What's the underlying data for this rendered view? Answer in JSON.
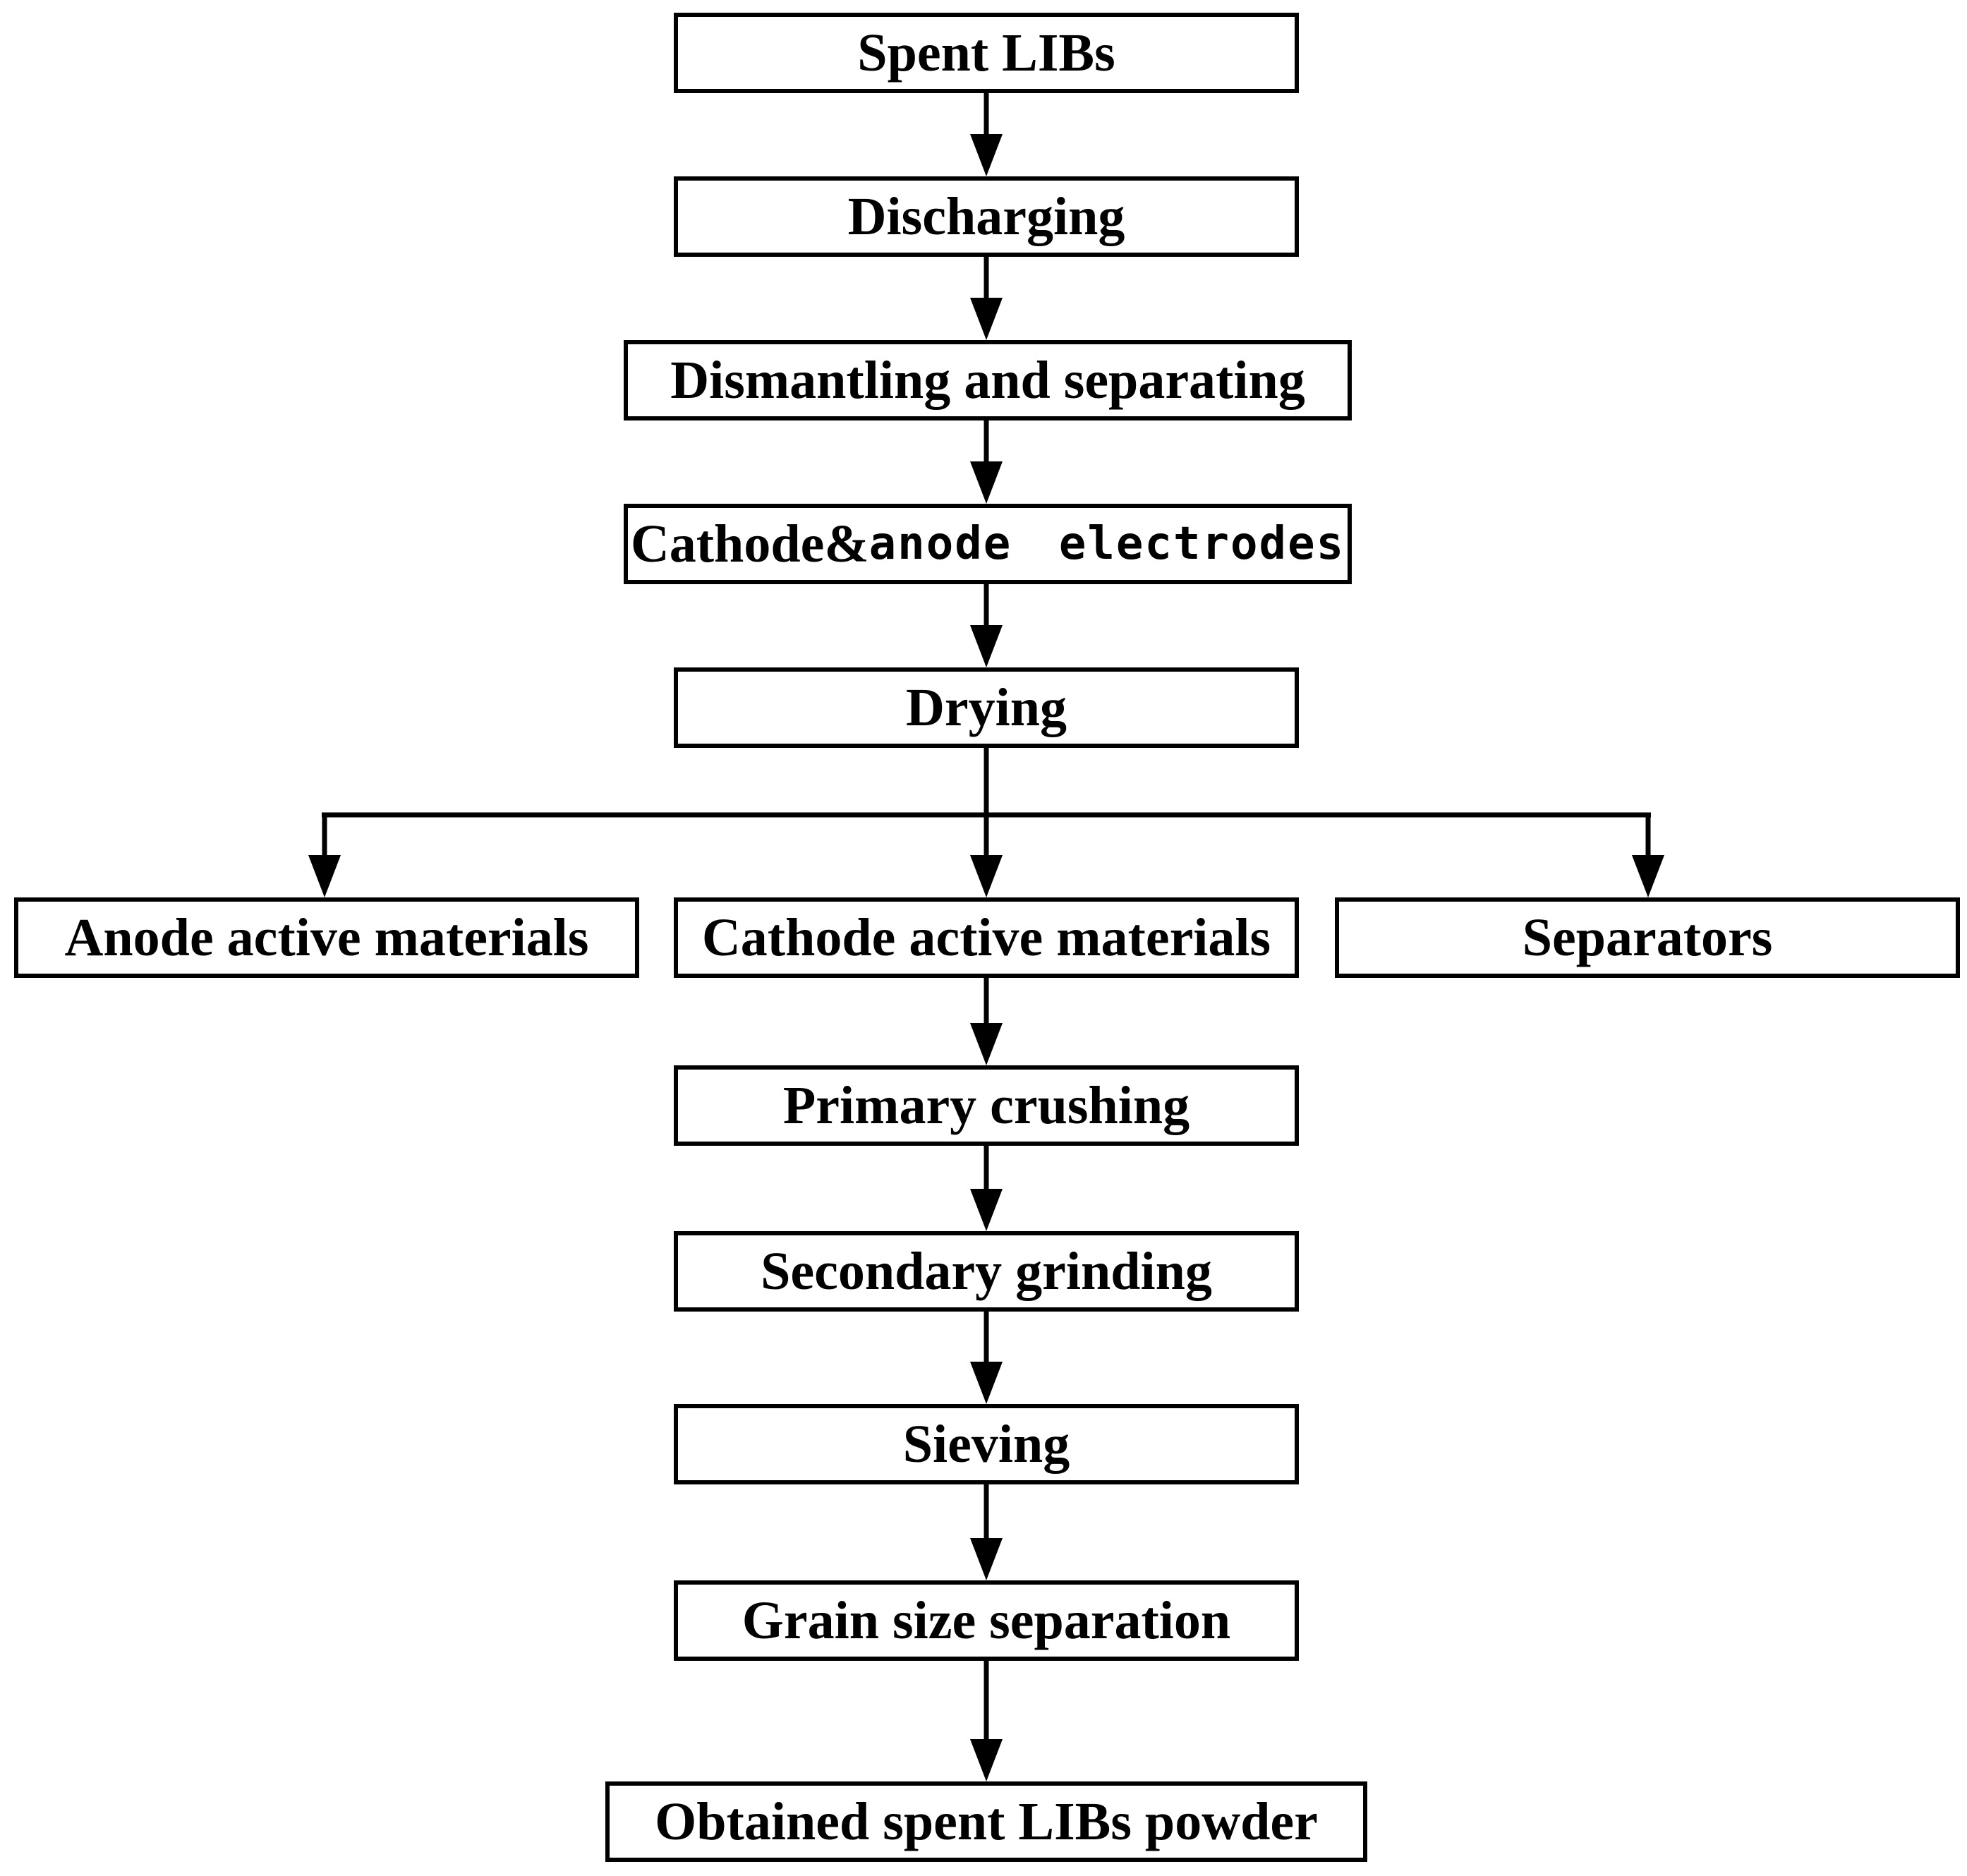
{
  "nodes": [
    {
      "id": "spent-libs",
      "label": "Spent LIBs"
    },
    {
      "id": "discharging",
      "label": "Discharging"
    },
    {
      "id": "dismantling-separating",
      "label": "Dismantling and separating"
    },
    {
      "id": "cathode-anode-electrodes",
      "label": "Cathode&anode electrodes",
      "label_parts": {
        "serif": "Cathode&",
        "mono": "anode electrodes"
      }
    },
    {
      "id": "drying",
      "label": "Drying"
    },
    {
      "id": "anode-active-materials",
      "label": "Anode active materials"
    },
    {
      "id": "cathode-active-materials",
      "label": "Cathode active materials"
    },
    {
      "id": "separators",
      "label": "Separators"
    },
    {
      "id": "primary-crushing",
      "label": "Primary crushing"
    },
    {
      "id": "secondary-grinding",
      "label": "Secondary grinding"
    },
    {
      "id": "sieving",
      "label": "Sieving"
    },
    {
      "id": "grain-size-separation",
      "label": "Grain size separation"
    },
    {
      "id": "obtained-powder",
      "label": "Obtained spent LIBs powder"
    }
  ],
  "edges": [
    {
      "from": "spent-libs",
      "to": "discharging"
    },
    {
      "from": "discharging",
      "to": "dismantling-separating"
    },
    {
      "from": "dismantling-separating",
      "to": "cathode-anode-electrodes"
    },
    {
      "from": "cathode-anode-electrodes",
      "to": "drying"
    },
    {
      "from": "drying",
      "to": "anode-active-materials"
    },
    {
      "from": "drying",
      "to": "cathode-active-materials"
    },
    {
      "from": "drying",
      "to": "separators"
    },
    {
      "from": "cathode-active-materials",
      "to": "primary-crushing"
    },
    {
      "from": "primary-crushing",
      "to": "secondary-grinding"
    },
    {
      "from": "secondary-grinding",
      "to": "sieving"
    },
    {
      "from": "sieving",
      "to": "grain-size-separation"
    },
    {
      "from": "grain-size-separation",
      "to": "obtained-powder"
    }
  ],
  "colors": {
    "stroke": "#000000",
    "background": "#ffffff",
    "box_fill": "#ffffff",
    "text": "#000000"
  }
}
